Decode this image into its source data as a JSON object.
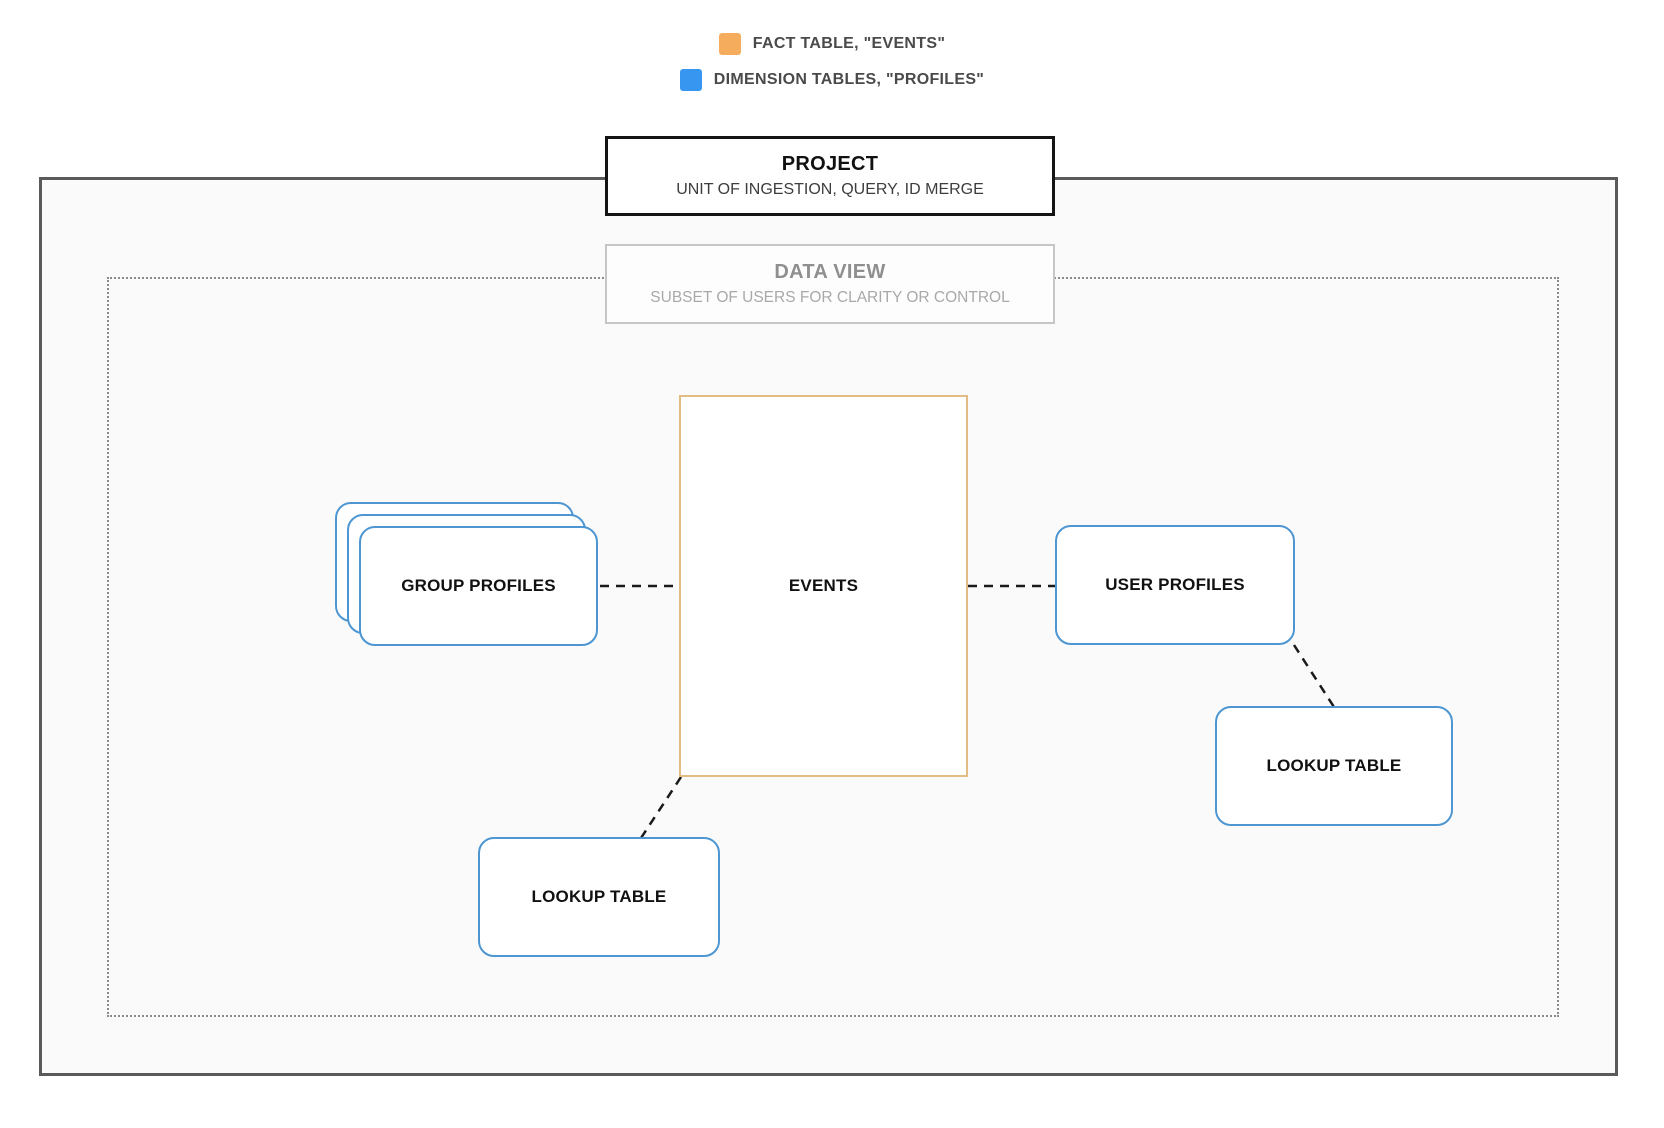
{
  "legend": {
    "items": [
      {
        "name": "fact-table",
        "label": "FACT TABLE, \"EVENTS\"",
        "color": "#F5AC5D"
      },
      {
        "name": "dimension-tables",
        "label": "DIMENSION TABLES, \"PROFILES\"",
        "color": "#3797F0"
      }
    ]
  },
  "project": {
    "title": "PROJECT",
    "subtitle": "UNIT OF INGESTION, QUERY, ID MERGE"
  },
  "data_view": {
    "title": "DATA VIEW",
    "subtitle": "SUBSET OF USERS FOR CLARITY OR CONTROL"
  },
  "nodes": {
    "events": {
      "label": "EVENTS",
      "type": "fact",
      "border_color": "#E2BC82"
    },
    "group_profiles": {
      "label": "GROUP PROFILES",
      "type": "dimension",
      "stacked": true,
      "border_color": "#4D96D1"
    },
    "user_profiles": {
      "label": "USER PROFILES",
      "type": "dimension",
      "border_color": "#4D96D1"
    },
    "lookup_table_bottom": {
      "label": "LOOKUP TABLE",
      "type": "dimension",
      "border_color": "#4D96D1"
    },
    "lookup_table_right": {
      "label": "LOOKUP TABLE",
      "type": "dimension",
      "border_color": "#4D96D1"
    }
  },
  "connections": [
    {
      "from": "group_profiles",
      "to": "events",
      "style": "dashed"
    },
    {
      "from": "events",
      "to": "user_profiles",
      "style": "dashed"
    },
    {
      "from": "user_profiles",
      "to": "lookup_table_right",
      "style": "dashed"
    },
    {
      "from": "events",
      "to": "lookup_table_bottom",
      "style": "dashed"
    }
  ]
}
